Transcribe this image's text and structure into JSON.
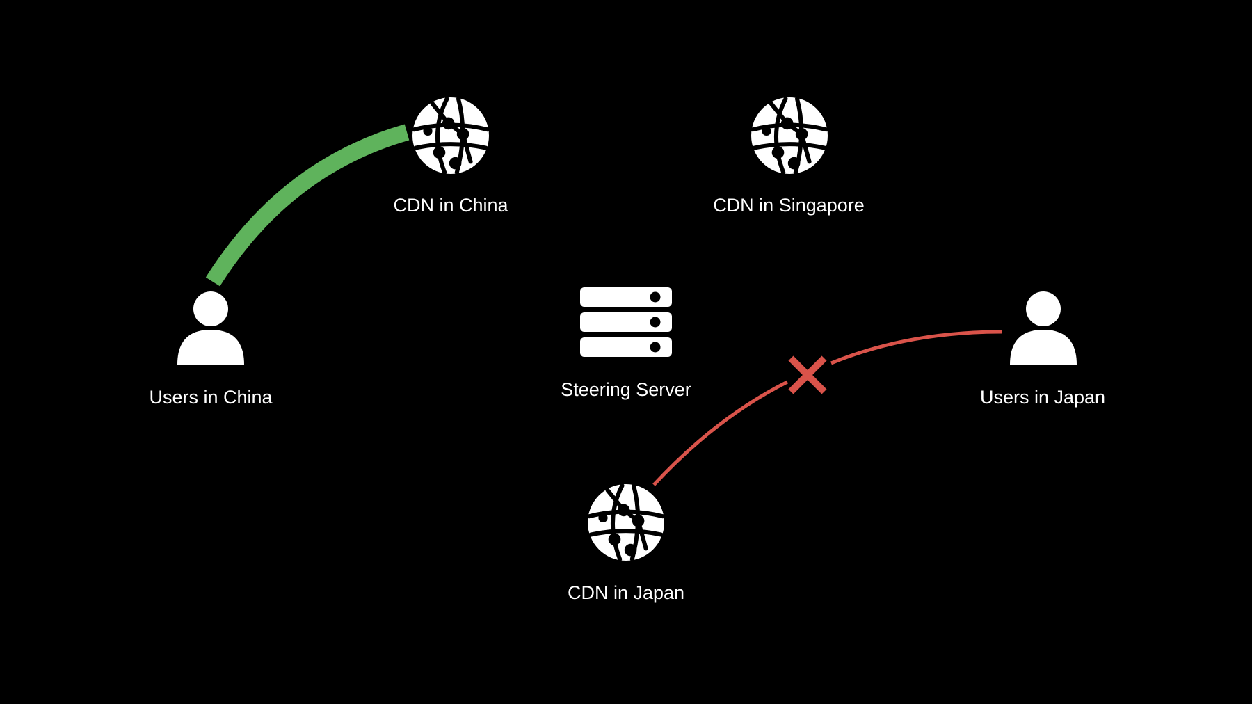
{
  "diagram": {
    "nodes": {
      "cdn_china": {
        "label": "CDN in China",
        "icon": "globe-network-icon"
      },
      "cdn_singapore": {
        "label": "CDN in Singapore",
        "icon": "globe-network-icon"
      },
      "cdn_japan": {
        "label": "CDN in Japan",
        "icon": "globe-network-icon"
      },
      "steering_server": {
        "label": "Steering Server",
        "icon": "server-rack-icon"
      },
      "users_china": {
        "label": "Users in China",
        "icon": "person-icon"
      },
      "users_japan": {
        "label": "Users in Japan",
        "icon": "person-icon"
      }
    },
    "connections": [
      {
        "from": "users_china",
        "to": "cdn_china",
        "status": "active",
        "color": "#5FB35C"
      },
      {
        "from": "users_japan",
        "to": "cdn_japan",
        "status": "blocked",
        "color": "#D9534A"
      }
    ]
  }
}
